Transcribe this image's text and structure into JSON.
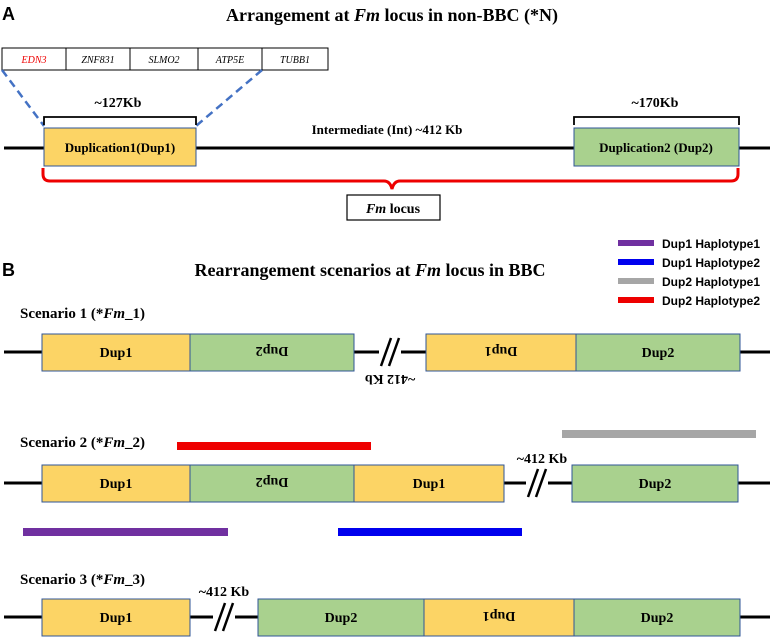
{
  "panel_a": {
    "letter": "A",
    "title_pre": "Arrangement at ",
    "title_em": "Fm",
    "title_post": " locus in non-BBC (*N)",
    "genes": [
      "EDN3",
      "ZNF831",
      "SLMO2",
      "ATP5E",
      "TUBB1"
    ],
    "dup1_size": "~127Kb",
    "dup2_size": "~170Kb",
    "intermediate": "Intermediate (Int) ~412 Kb",
    "dup1_label": "Duplication1(Dup1)",
    "dup2_label": "Duplication2 (Dup2)",
    "locus_em": "Fm",
    "locus_post": " locus"
  },
  "panel_b": {
    "letter": "B",
    "title_pre": "Rearrangement scenarios at ",
    "title_em": "Fm",
    "title_post": " locus in BBC",
    "legend": [
      {
        "label": "Dup1 Haplotype1",
        "color": "#7030a0"
      },
      {
        "label": "Dup1 Haplotype2",
        "color": "#0000ee"
      },
      {
        "label": "Dup2 Haplotype1",
        "color": "#a6a6a6"
      },
      {
        "label": "Dup2 Haplotype2",
        "color": "#ee0000"
      }
    ],
    "scenarios": [
      {
        "pre": "Scenario 1 (*",
        "em": "Fm",
        "post": "_1)",
        "gap": "~412 Kb",
        "blocks": [
          "Dup1",
          "Dup2",
          "Dup1",
          "Dup2"
        ]
      },
      {
        "pre": "Scenario 2 (*",
        "em": "Fm",
        "post": "_2)",
        "gap": "~412 Kb",
        "blocks": [
          "Dup1",
          "Dup2",
          "Dup1",
          "Dup2"
        ]
      },
      {
        "pre": "Scenario 3 (*",
        "em": "Fm",
        "post": "_3)",
        "gap": "~412 Kb",
        "blocks": [
          "Dup1",
          "Dup2",
          "Dup1",
          "Dup2"
        ]
      }
    ]
  },
  "colors": {
    "dup1_fill": "#fcd465",
    "dup2_fill": "#a9d18e",
    "box_stroke": "#2f5597",
    "bracket_red": "#ee0000",
    "dashed_blue": "#4472c4",
    "gene_highlight": "#ee0000"
  }
}
